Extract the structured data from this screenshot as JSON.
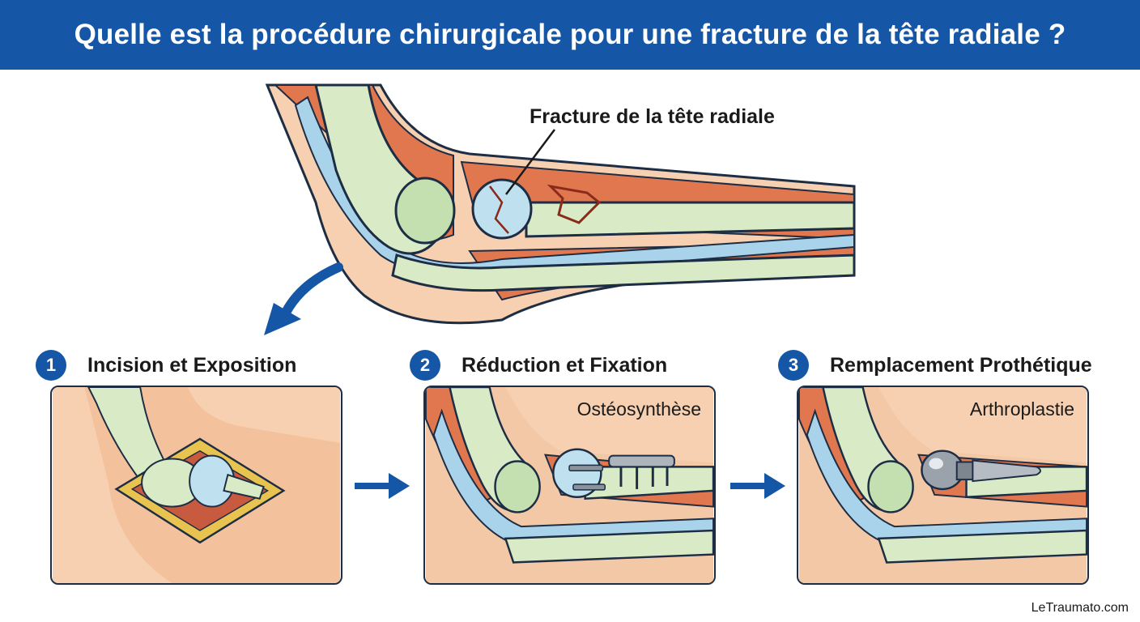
{
  "title": "Quelle est la procédure chirurgicale pour une fracture de la tête radiale ?",
  "hero": {
    "label": "Fracture de la tête radiale"
  },
  "steps": [
    {
      "number": "1",
      "title": "Incision et Exposition",
      "panel_label": ""
    },
    {
      "number": "2",
      "title": "Réduction et Fixation",
      "panel_label": "Ostéosynthèse"
    },
    {
      "number": "3",
      "title": "Remplacement Prothétique",
      "panel_label": "Arthroplastie"
    }
  ],
  "footer": "LeTraumato.com",
  "colors": {
    "header": "#1556a6",
    "bone": "#d9ebc6",
    "muscle": "#e0774f",
    "tendon": "#a9d3ea",
    "skin": "#f6d0b0",
    "outline": "#1d2d44"
  }
}
